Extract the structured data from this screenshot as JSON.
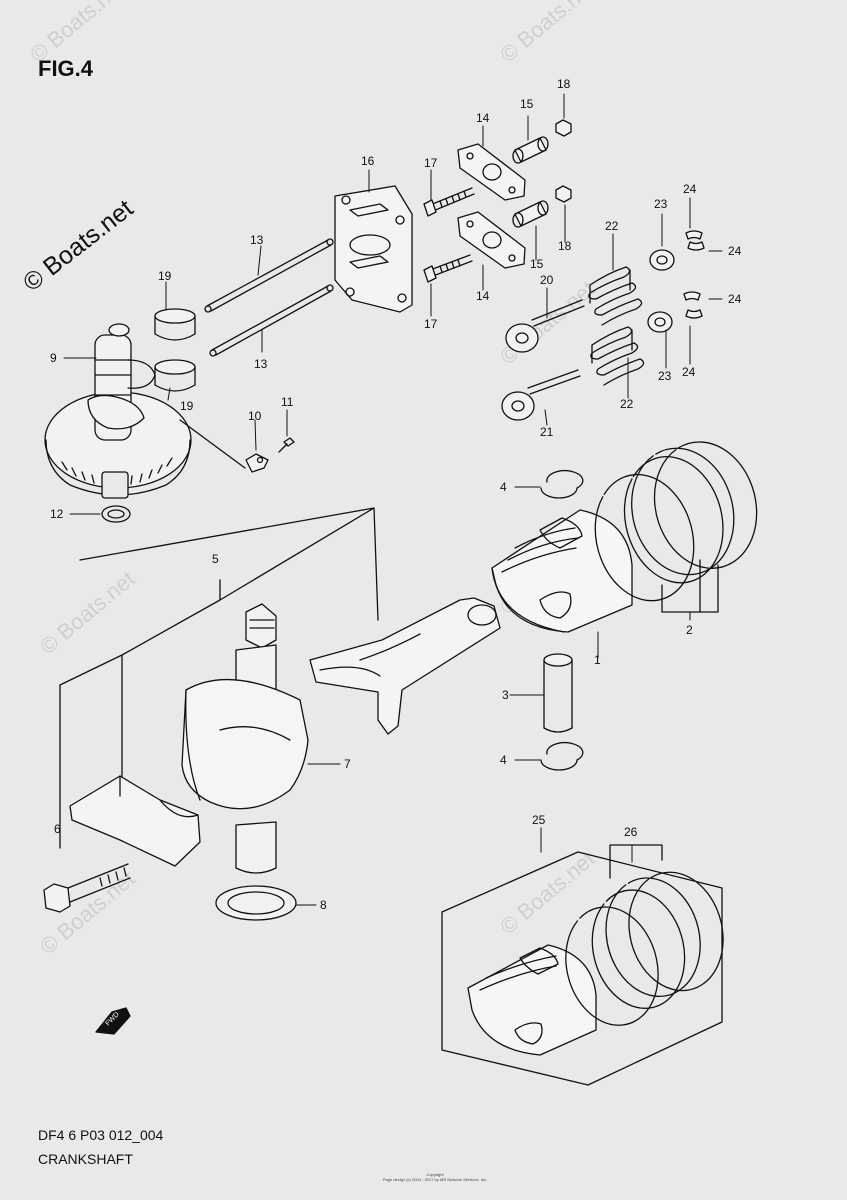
{
  "figure": {
    "title": "FIG.4",
    "code": "DF4 6 P03 012_004",
    "caption": "CRANKSHAFT",
    "watermark_main": "© Boats.net",
    "watermark_faint": "© Boats.net",
    "copyright_line1": "Copyright",
    "copyright_line2": "Page design (c) 2004 - 2017 by ARI Network Services, Inc.",
    "fwd_label": "FWD"
  },
  "callouts": [
    "1",
    "2",
    "3",
    "4",
    "4",
    "5",
    "6",
    "7",
    "8",
    "9",
    "10",
    "11",
    "12",
    "13",
    "13",
    "14",
    "14",
    "15",
    "15",
    "16",
    "17",
    "17",
    "18",
    "18",
    "19",
    "19",
    "20",
    "21",
    "22",
    "22",
    "23",
    "23",
    "24",
    "24",
    "24",
    "24",
    "25",
    "26"
  ],
  "colors": {
    "background": "#e9e9e9",
    "line": "#111111",
    "watermark": "#cfcfcf"
  }
}
